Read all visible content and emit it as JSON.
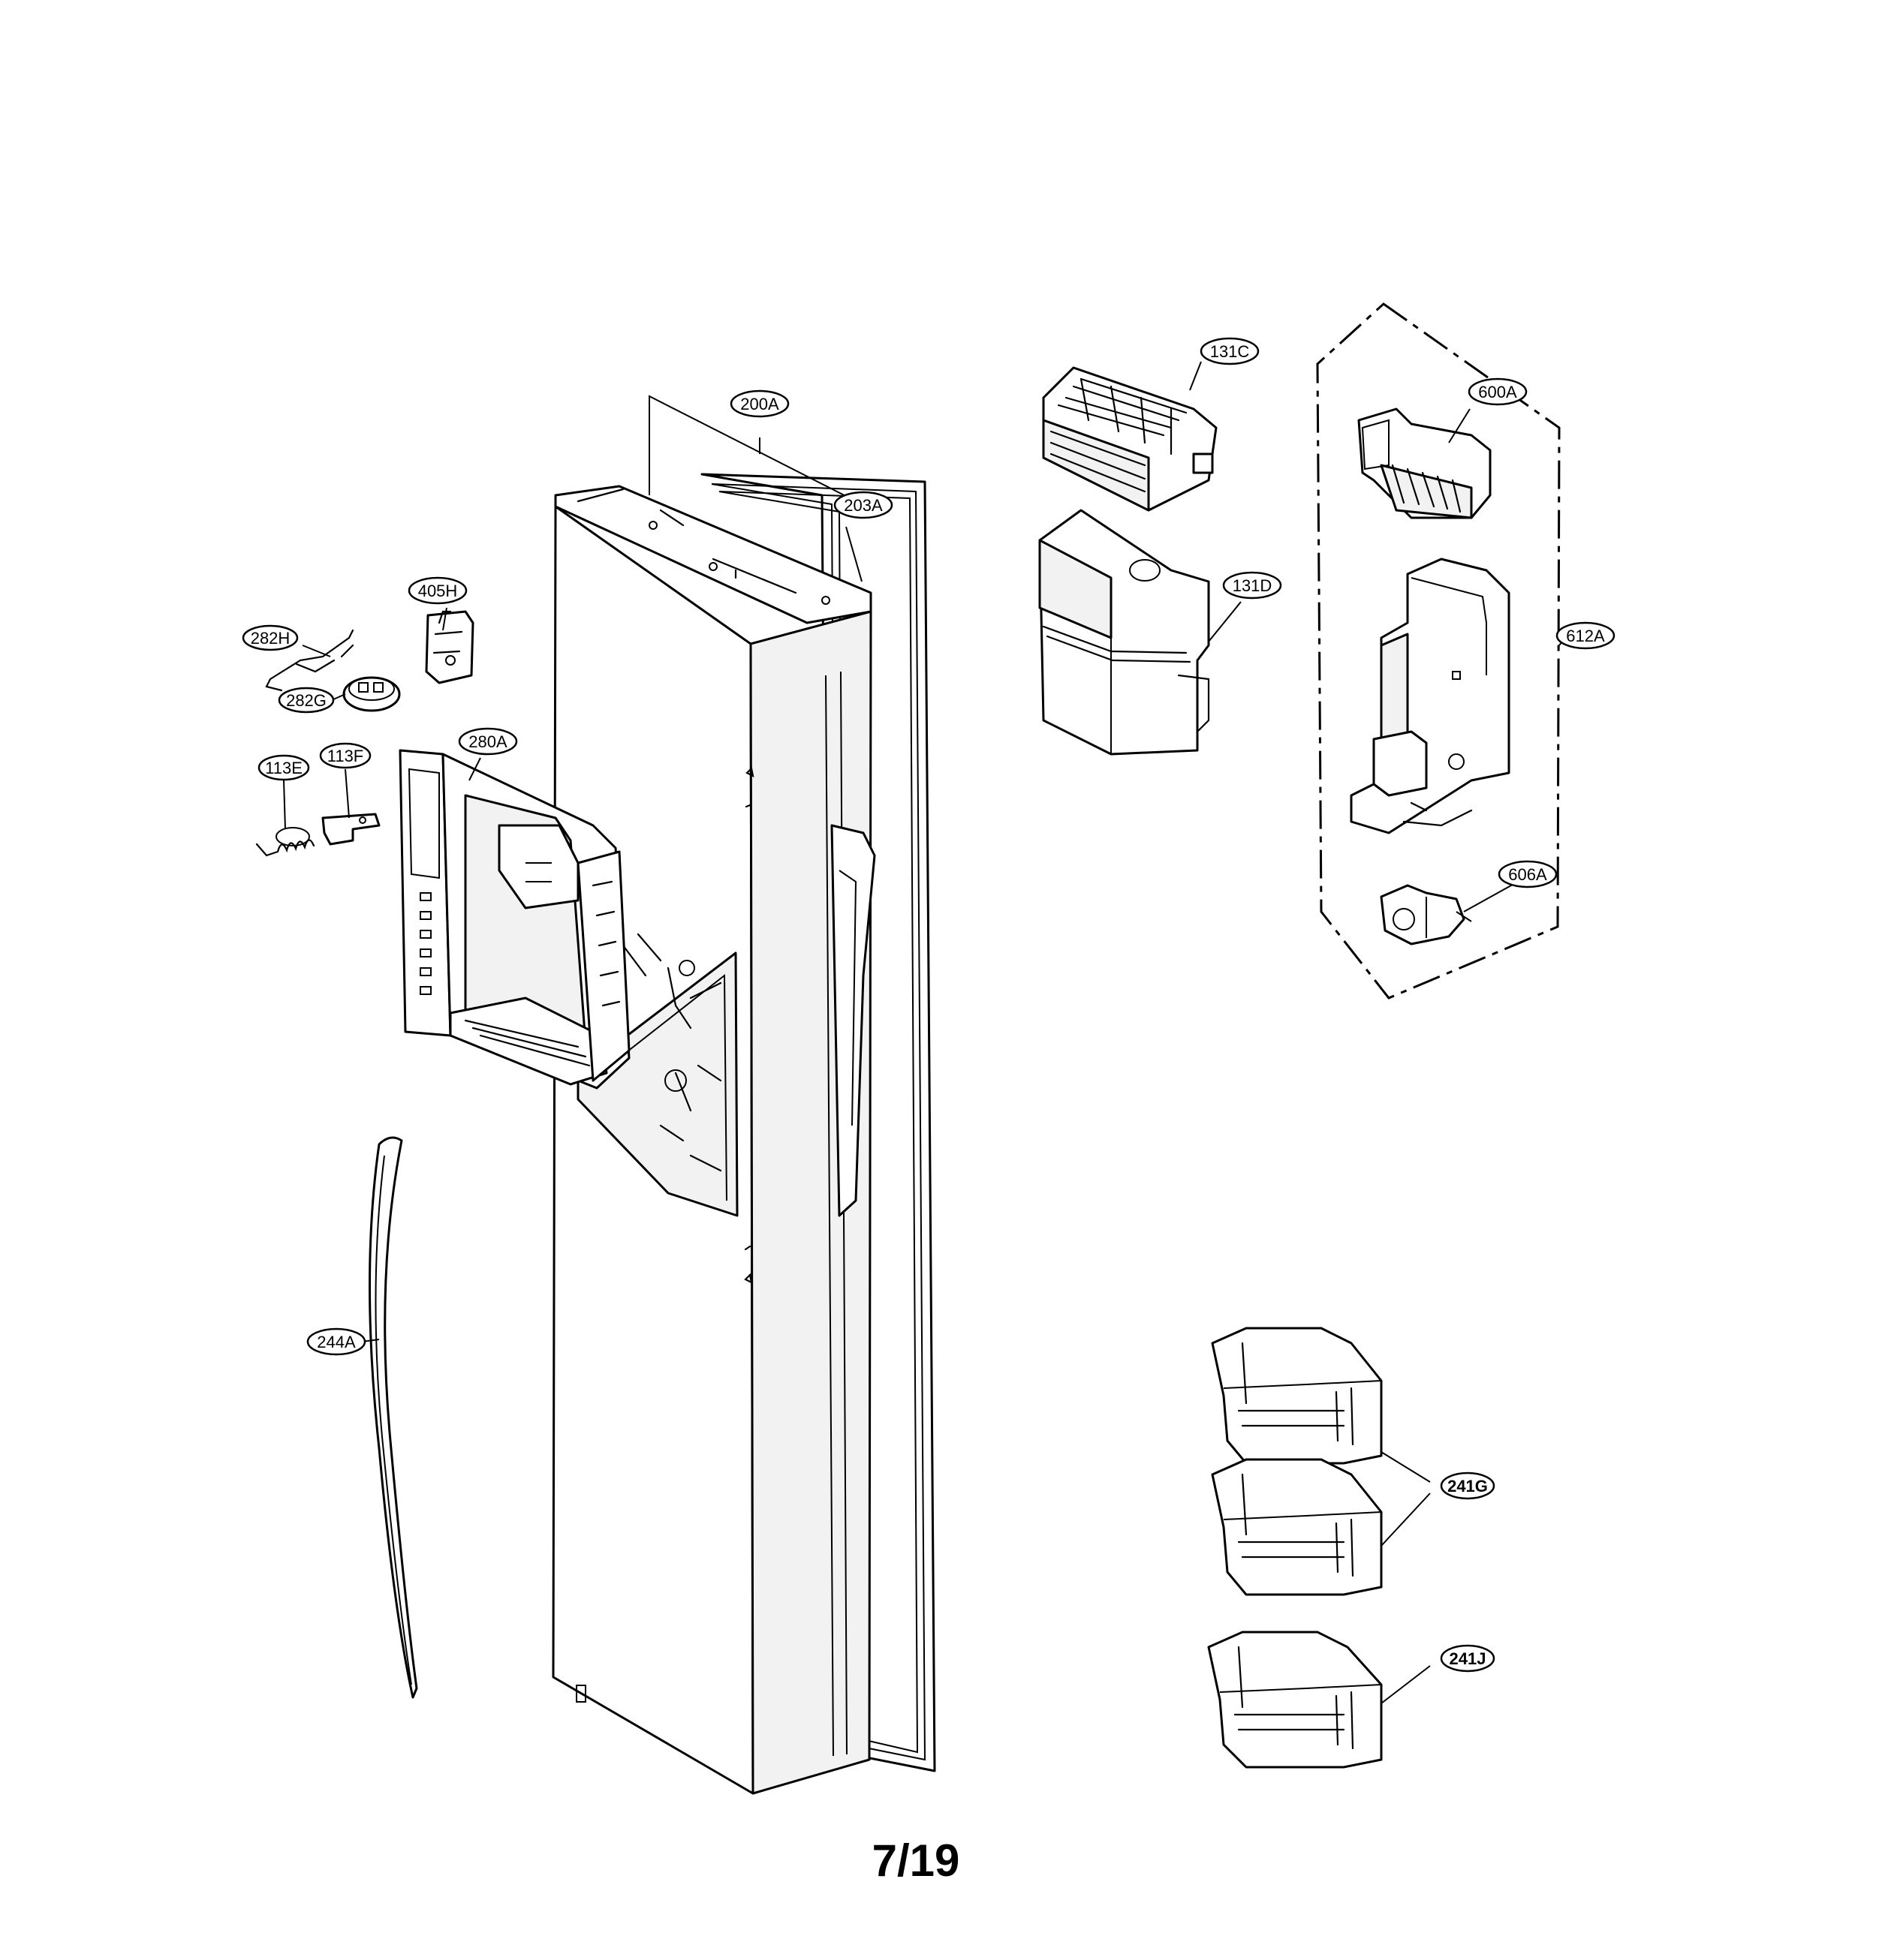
{
  "callouts": [
    {
      "id": "131C",
      "label": "131C"
    },
    {
      "id": "600A",
      "label": "600A"
    },
    {
      "id": "200A",
      "label": "200A"
    },
    {
      "id": "203A",
      "label": "203A"
    },
    {
      "id": "405H",
      "label": "405H"
    },
    {
      "id": "131D",
      "label": "131D"
    },
    {
      "id": "612A",
      "label": "612A"
    },
    {
      "id": "282H",
      "label": "282H"
    },
    {
      "id": "282G",
      "label": "282G"
    },
    {
      "id": "280A",
      "label": "280A"
    },
    {
      "id": "113E",
      "label": "113E"
    },
    {
      "id": "113F",
      "label": "113F"
    },
    {
      "id": "606A",
      "label": "606A"
    },
    {
      "id": "244A",
      "label": "244A"
    },
    {
      "id": "241G",
      "label": "241G"
    },
    {
      "id": "241J",
      "label": "241J"
    }
  ],
  "page_number": "7/19"
}
